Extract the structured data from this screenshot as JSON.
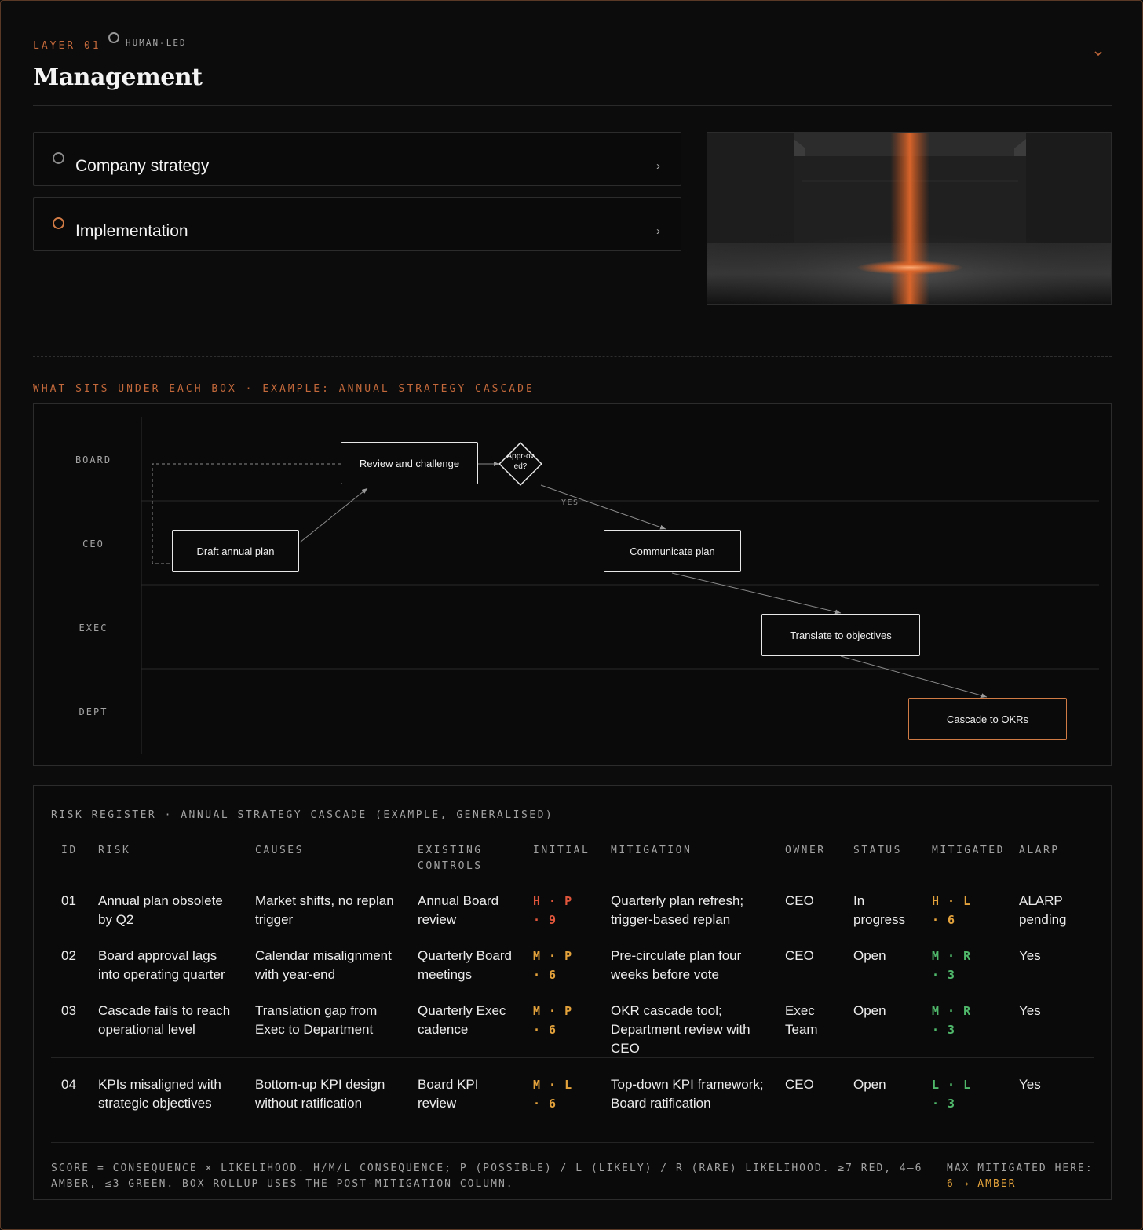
{
  "header": {
    "layer_label": "LAYER 01",
    "mode_label": "HUMAN-LED",
    "title": "Management"
  },
  "cards": [
    {
      "label": "Company strategy",
      "status_color": "#8a8a8a"
    },
    {
      "label": "Implementation",
      "status_color": "#d07a45"
    }
  ],
  "section_label": "WHAT SITS UNDER EACH BOX · EXAMPLE: ANNUAL STRATEGY CASCADE",
  "swimlane": {
    "lanes": [
      "BOARD",
      "CEO",
      "EXEC",
      "DEPT"
    ],
    "nodes": {
      "draft": "Draft annual plan",
      "review": "Review and challenge",
      "decision": "Appr-oved?",
      "communicate": "Communicate plan",
      "translate": "Translate to objectives",
      "cascade": "Cascade to OKRs"
    },
    "yes_label": "YES"
  },
  "risk_register": {
    "title": "RISK REGISTER · ANNUAL STRATEGY CASCADE (EXAMPLE, GENERALISED)",
    "columns": [
      "ID",
      "RISK",
      "CAUSES",
      "EXISTING CONTROLS",
      "INITIAL",
      "MITIGATION",
      "OWNER",
      "STATUS",
      "MITIGATED",
      "ALARP"
    ],
    "rows": [
      {
        "id": "01",
        "risk": "Annual plan obsolete by Q2",
        "causes": "Market shifts, no replan trigger",
        "controls": "Annual Board review",
        "initial": "H · P · 9",
        "initial_level": "red",
        "mitigation": "Quarterly plan refresh; trigger-based replan",
        "owner": "CEO",
        "status": "In progress",
        "mitigated": "H · L · 6",
        "mitigated_level": "amber",
        "alarp": "ALARP pending"
      },
      {
        "id": "02",
        "risk": "Board approval lags into operating quarter",
        "causes": "Calendar misalignment with year-end",
        "controls": "Quarterly Board meetings",
        "initial": "M · P · 6",
        "initial_level": "amber",
        "mitigation": "Pre-circulate plan four weeks before vote",
        "owner": "CEO",
        "status": "Open",
        "mitigated": "M · R · 3",
        "mitigated_level": "green",
        "alarp": "Yes"
      },
      {
        "id": "03",
        "risk": "Cascade fails to reach operational level",
        "causes": "Translation gap from Exec to Department",
        "controls": "Quarterly Exec cadence",
        "initial": "M · P · 6",
        "initial_level": "amber",
        "mitigation": "OKR cascade tool; Department review with CEO",
        "owner": "Exec Team",
        "status": "Open",
        "mitigated": "M · R · 3",
        "mitigated_level": "green",
        "alarp": "Yes"
      },
      {
        "id": "04",
        "risk": "KPIs misaligned with strategic objectives",
        "causes": "Bottom-up KPI design without ratification",
        "controls": "Board KPI review",
        "initial": "M · L · 6",
        "initial_level": "amber",
        "mitigation": "Top-down KPI framework; Board ratification",
        "owner": "CEO",
        "status": "Open",
        "mitigated": "L · L · 3",
        "mitigated_level": "green",
        "alarp": "Yes"
      }
    ],
    "footnote": "SCORE = CONSEQUENCE × LIKELIHOOD. H/M/L CONSEQUENCE; P (POSSIBLE) / L (LIKELY) / R (RARE) LIKELIHOOD. ≥7 RED, 4–6 AMBER, ≤3 GREEN. BOX ROLLUP USES THE POST-MITIGATION COLUMN.",
    "max_note_label": "MAX MITIGATED HERE:",
    "max_note_value": "6 → AMBER"
  },
  "colors": {
    "accent": "#c2683a",
    "red": "#e0563c",
    "amber": "#e3a23b",
    "green": "#4fb86a"
  }
}
